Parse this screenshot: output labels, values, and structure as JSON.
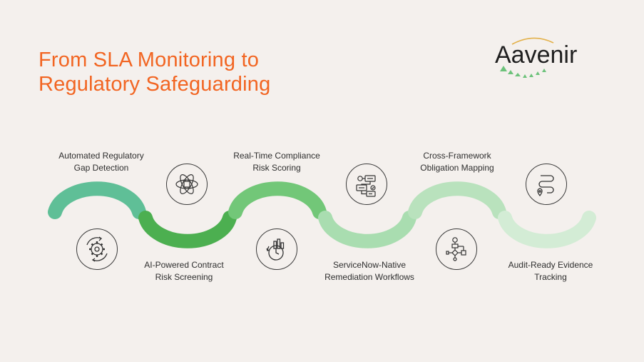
{
  "title": {
    "line1": "From SLA Monitoring to",
    "line2": "Regulatory Safeguarding"
  },
  "logo": {
    "text": "Aavenir"
  },
  "colors": {
    "accent": "#f26522",
    "segments": [
      "#5fbf97",
      "#4caf50",
      "#72c778",
      "#a9ddb0",
      "#b9e2bd",
      "#d3ecd5"
    ]
  },
  "steps": [
    {
      "line1": "Automated Regulatory",
      "line2": "Gap Detection",
      "icon": "gear-cycle-icon"
    },
    {
      "line1": "AI-Powered Contract",
      "line2": "Risk Screening",
      "icon": "atom-chip-icon"
    },
    {
      "line1": "Real-Time Compliance",
      "line2": "Risk Scoring",
      "icon": "clock-chart-icon"
    },
    {
      "line1": "ServiceNow-Native",
      "line2": "Remediation Workflows",
      "icon": "workflow-cards-icon"
    },
    {
      "line1": "Cross-Framework",
      "line2": "Obligation Mapping",
      "icon": "flowchart-icon"
    },
    {
      "line1": "Audit-Ready Evidence",
      "line2": "Tracking",
      "icon": "route-pin-icon"
    }
  ]
}
